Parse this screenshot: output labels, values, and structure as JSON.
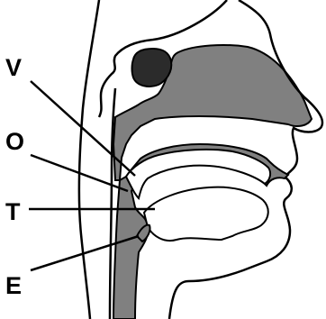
{
  "labels": {
    "v": "V",
    "o": "O",
    "t": "T",
    "e": "E"
  },
  "colors": {
    "outline": "#000000",
    "airway": "#808080",
    "sinus": "#2b2b2b",
    "background": "#ffffff"
  }
}
